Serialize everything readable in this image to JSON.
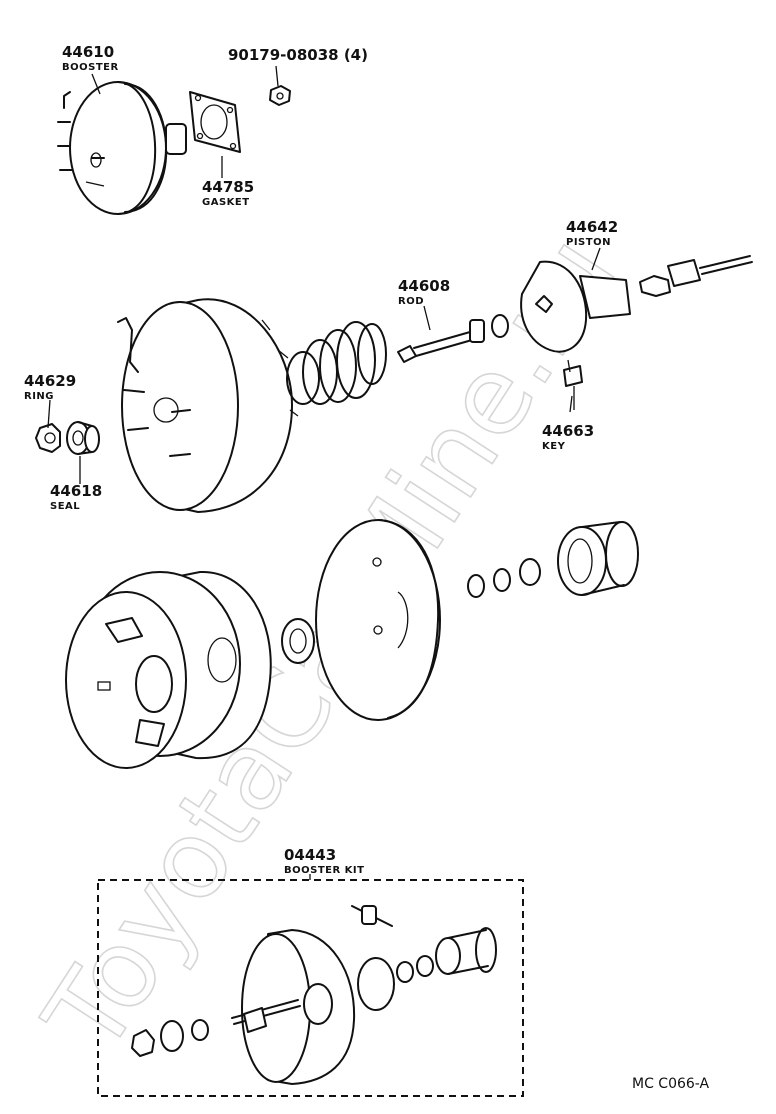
{
  "watermark": "ToyotaCarMine.ru",
  "figure_code": "MC C066-A",
  "parts": [
    {
      "id": "booster",
      "number": "44610",
      "name": "BOOSTER"
    },
    {
      "id": "nut",
      "number": "90179-08038 (4)",
      "name": ""
    },
    {
      "id": "gasket",
      "number": "44785",
      "name": "GASKET"
    },
    {
      "id": "piston",
      "number": "44642",
      "name": "PISTON"
    },
    {
      "id": "rod",
      "number": "44608",
      "name": "ROD"
    },
    {
      "id": "ring",
      "number": "44629",
      "name": "RING"
    },
    {
      "id": "key",
      "number": "44663",
      "name": "KEY"
    },
    {
      "id": "seal",
      "number": "44618",
      "name": "SEAL"
    },
    {
      "id": "booster-kit",
      "number": "04443",
      "name": "BOOSTER KIT"
    }
  ]
}
